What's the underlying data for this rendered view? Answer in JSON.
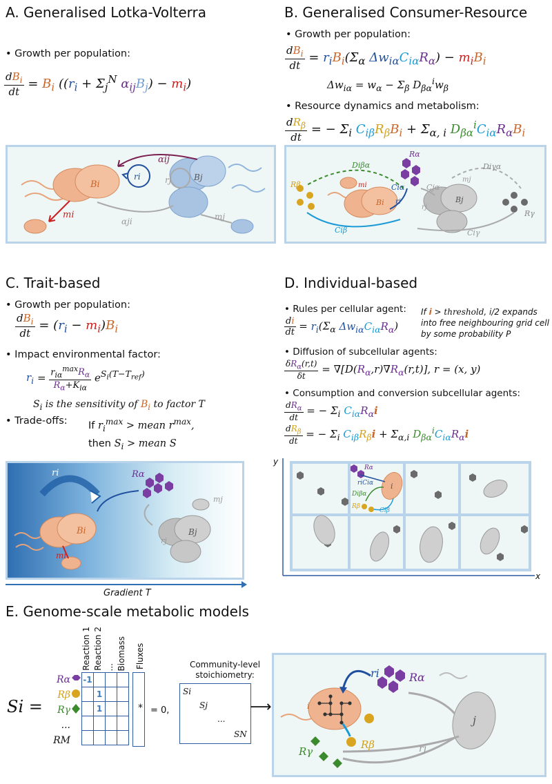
{
  "panels": {
    "a": {
      "title": "A. Generalised Lotka-Volterra",
      "bullet": "Growth per population:",
      "labels": {
        "Bi": "Bi",
        "ri": "ri",
        "aij": "αij",
        "Bj": "Bj",
        "rj": "rj",
        "aji": "αji",
        "mi": "mi",
        "mj": "mj"
      }
    },
    "b": {
      "title": "B. Generalised Consumer-Resource",
      "bullet1": "Growth per population:",
      "bullet2": "Resource dynamics and metabolism:",
      "labels": {
        "Ra": "Rα",
        "Rb": "Rβ",
        "Rg": "Rγ",
        "Dba": "Diβα",
        "Dga": "Diγα",
        "Cia": "Ciα",
        "Cja": "Cjα",
        "Cib": "Ciβ",
        "Cig": "Ciγ",
        "Bi": "Bi",
        "Bj": "Bj",
        "ri": "ri",
        "rj": "rj",
        "mi": "mi",
        "mj": "mj"
      }
    },
    "c": {
      "title": "C. Trait-based",
      "bullet1": "Growth per population:",
      "bullet2": "Impact environmental factor:",
      "sens_line": "is the sensitivity of",
      "to_factor": "to factor T",
      "tradeoffs": "Trade-offs:",
      "if_text": "If",
      "then_text": "then",
      "gradient": "Gradient T",
      "labels": {
        "ri": "ri",
        "Ra": "Rα",
        "Bi": "Bi",
        "Bj": "Bj",
        "mi": "mi",
        "mj": "mj",
        "rj": "rj"
      }
    },
    "d": {
      "title": "D. Individual-based",
      "bullet1": "Rules per cellular agent:",
      "rule_note": ", i/2 expands into free neighbouring grid cell by some probability P",
      "bullet2": "Diffusion of subcellular agents:",
      "bullet3": "Consumption and conversion subcellular agents:",
      "axis_y": "y",
      "axis_x": "x",
      "labels": {
        "Ra": "Rα",
        "riCia": "riCiα",
        "Dba": "Diβα",
        "Rb": "Rβ",
        "Cib": "Ciβ",
        "i": "i"
      }
    },
    "e": {
      "title": "E. Genome-scale metabolic models",
      "lhs": "Si =",
      "rows": [
        "Rα",
        "Rβ",
        "Rγ",
        "...",
        "RM"
      ],
      "columns": [
        "Reaction 1",
        "Reaction 2",
        "...",
        "Biomass"
      ],
      "fluxes": "Fluxes",
      "matrix_values": [
        "-1",
        "1",
        "1"
      ],
      "times": "*",
      "equals": "= 0,",
      "community_label": "Community-level stoichiometry:",
      "community_entries": [
        "Si",
        "Sj",
        "...",
        "SN"
      ],
      "arrow": "⟶",
      "labels": {
        "ri": "ri",
        "Ra": "Rα",
        "Rb": "Rβ",
        "Rg": "Rγ",
        "rj": "rj",
        "i": "i",
        "j": "j"
      }
    }
  },
  "colors": {
    "orange": "#c8662a",
    "blue": "#1f4f9e",
    "purple": "#6b2d8f",
    "red": "#cc1f1f",
    "green": "#3b8a2e",
    "yellow": "#d4a11a",
    "cyan": "#1a9ad6",
    "grey": "#888888",
    "panel_border": "#b9d3ea",
    "panel_bg": "#eef7f5"
  }
}
